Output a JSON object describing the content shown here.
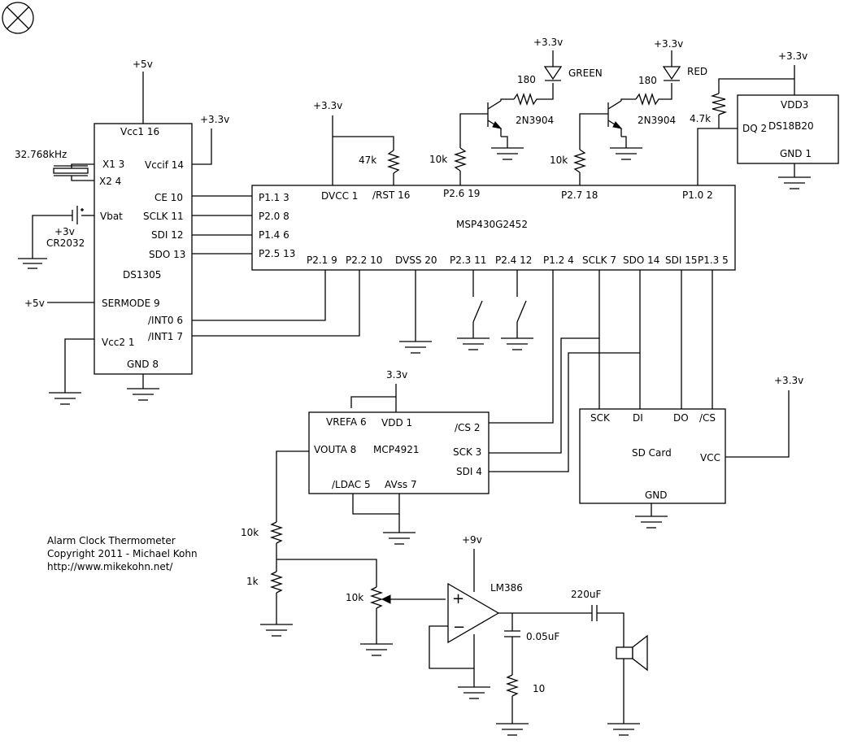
{
  "title_block": {
    "title": "Alarm Clock Thermometer",
    "copyright": "Copyright 2011 - Michael Kohn",
    "url": "http://www.mikekohn.net/"
  },
  "close_icon": "circle-x-icon",
  "power_labels": {
    "v5_top": "+5v",
    "v33_vccif": "+3.3v",
    "v33_dvcc": "+3.3v",
    "v33_green": "+3.3v",
    "v33_red": "+3.3v",
    "v33_ds18b20": "+3.3v",
    "v5_sermode": "+5v",
    "v33_dac": "3.3v",
    "v33_sd": "+3.3v",
    "v9_amp": "+9v",
    "v3_batt": "+3v"
  },
  "components": {
    "crystal": "32.768kHz",
    "battery": "CR2032",
    "r_47k": "47k",
    "r_10k_a": "10k",
    "r_10k_b": "10k",
    "r_180_a": "180",
    "r_180_b": "180",
    "r_4k7": "4.7k",
    "r_10k_div": "10k",
    "r_1k": "1k",
    "pot_10k": "10k",
    "led_green": "GREEN",
    "led_red": "RED",
    "q1": "2N3904",
    "q2": "2N3904",
    "amp": "LM386",
    "c_220u": "220uF",
    "c_005u": "0.05uF",
    "r_10": "10"
  },
  "ds1305": {
    "name": "DS1305",
    "pins": {
      "vcc1": "Vcc1 16",
      "x1": "X1 3",
      "x2": "X2 4",
      "vccif": "Vccif 14",
      "vbat": "Vbat",
      "ce": "CE 10",
      "sclk": "SCLK 11",
      "sdi": "SDI 12",
      "sdo": "SDO 13",
      "sermode": "SERMODE 9",
      "int0": "/INT0 6",
      "int1": "/INT1 7",
      "vcc2": "Vcc2 1",
      "gnd": "GND 8"
    }
  },
  "msp430": {
    "name": "MSP430G2452",
    "pins": {
      "p11": "P1.1 3",
      "dvcc": "DVCC 1",
      "rst": "/RST 16",
      "p26": "P2.6 19",
      "p27": "P2.7 18",
      "p10": "P1.0 2",
      "p20": "P2.0 8",
      "p14": "P1.4 6",
      "p25": "P2.5 13",
      "p21": "P2.1 9",
      "p22": "P2.2 10",
      "dvss": "DVSS 20",
      "p23": "P2.3 11",
      "p24": "P2.4 12",
      "p12": "P1.2 4",
      "sclk": "SCLK 7",
      "sdo": "SDO 14",
      "sdi": "SDI 15",
      "p13": "P1.3 5"
    }
  },
  "ds18b20": {
    "name": "DS18B20",
    "pins": {
      "vdd": "VDD3",
      "dq": "DQ 2",
      "gnd": "GND 1"
    }
  },
  "mcp4921": {
    "name": "MCP4921",
    "pins": {
      "vrefa": "VREFA 6",
      "vdd": "VDD 1",
      "cs": "/CS 2",
      "voutal": "VOUTA 8",
      "sck": "SCK 3",
      "sdi": "SDI 4",
      "ldac": "/LDAC 5",
      "avss": "AVss 7"
    }
  },
  "sdcard": {
    "name": "SD Card",
    "pins": {
      "sck": "SCK",
      "di": "DI",
      "do": "DO",
      "cs": "/CS",
      "vcc": "VCC",
      "gnd": "GND"
    }
  },
  "opamp": {
    "plus": "+",
    "minus": "−"
  }
}
